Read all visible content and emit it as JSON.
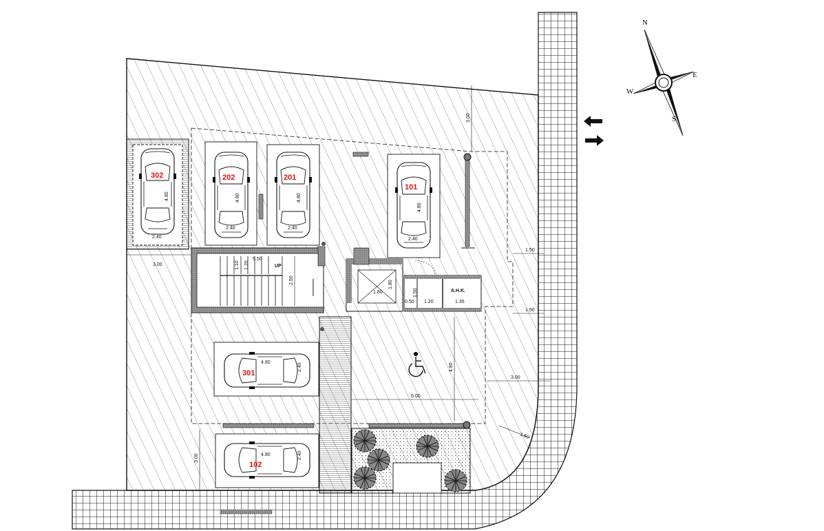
{
  "parking": {
    "spot_101": "101",
    "spot_201": "201",
    "spot_202": "202",
    "spot_301": "301",
    "spot_302": "302",
    "spot_102": "102"
  },
  "rooms": {
    "stair_up": "UP",
    "ahk": "A.H.K."
  },
  "dimensions": {
    "d_300_top": "3.00",
    "d_300_left": "3.00",
    "d_300_right": "3.00",
    "d_300_bottom": "3.00",
    "d_150_a": "1.50",
    "d_150_b": "1.50",
    "d_150_c": "1.50",
    "d_480_302": "4.80",
    "d_240_302": "2.40",
    "d_480_202": "4.80",
    "d_240_202": "2.40",
    "d_480_201": "4.80",
    "d_240_201": "2.40",
    "d_480_101": "4.80",
    "d_240_101": "2.40",
    "d_480_301": "4.80",
    "d_240_301": "2.40",
    "d_480_102": "4.80",
    "d_240_102": "2.40",
    "d_550": "5.50",
    "d_250": "2.50",
    "d_110": "1.10",
    "d_120_stair": "1.20",
    "d_180_a": "1.80",
    "d_180_b": "1.80",
    "d_150_wc": "1.50",
    "d_050": "0.50",
    "d_120_wc": "1.20",
    "d_135": "1.35",
    "d_480_hc": "4.80",
    "d_600": "6.00"
  },
  "compass": {
    "north": "N",
    "east": "E",
    "south": "S",
    "west": "W"
  },
  "icons": {
    "accessible": "wheelchair-icon",
    "entry_arrow": "arrow-left-icon",
    "exit_arrow": "arrow-right-icon"
  },
  "colors": {
    "label_red": "#dd1111",
    "line": "#111111"
  }
}
